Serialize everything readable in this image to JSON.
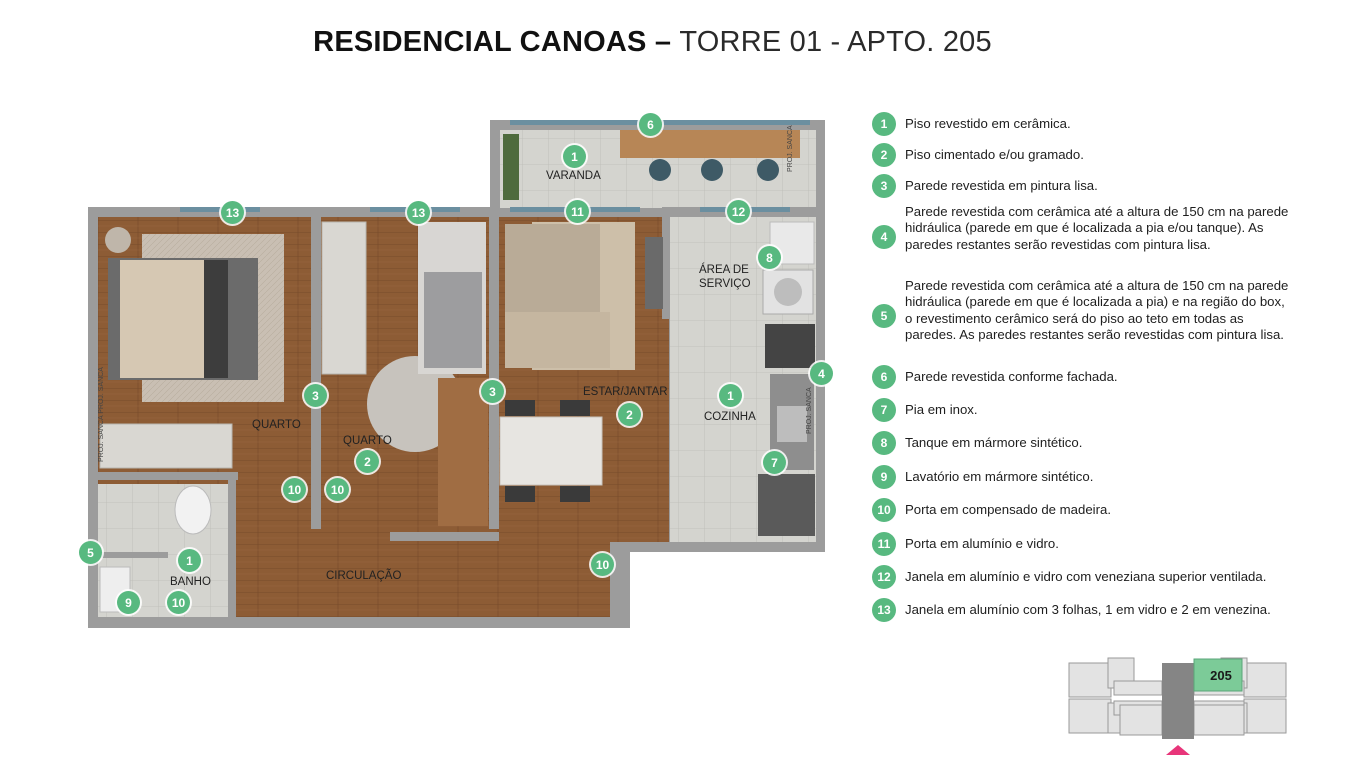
{
  "title": {
    "bold": "RESIDENCIAL CANOAS",
    "dash": " – ",
    "light": "TORRE 01 - APTO. 205"
  },
  "rooms": {
    "varanda": "VARANDA",
    "area_servico_1": "ÁREA DE",
    "area_servico_2": "SERVIÇO",
    "quarto_1": "QUARTO",
    "quarto_2": "QUARTO",
    "estar_jantar": "ESTAR/JANTAR",
    "cozinha": "COZINHA",
    "banho": "BANHO",
    "circulacao": "CIRCULAÇÃO"
  },
  "wall_notes": {
    "sanca_varanda": "PROJ. SANCA",
    "sanca_cozinha": "PROJ. SANCA",
    "sanca_quarto": "PROJ. SANCA PROJ. SANCA"
  },
  "markers": {
    "m1": "1",
    "m2": "2",
    "m3": "3",
    "m4": "4",
    "m5": "5",
    "m6": "6",
    "m7": "7",
    "m8": "8",
    "m9": "9",
    "m10": "10",
    "m11": "11",
    "m12": "12",
    "m13": "13"
  },
  "legend": [
    {
      "num": "1",
      "text": "Piso revestido em cerâmica."
    },
    {
      "num": "2",
      "text": "Piso cimentado e/ou gramado."
    },
    {
      "num": "3",
      "text": "Parede revestida em pintura lisa."
    },
    {
      "num": "4",
      "text": "Parede revestida com cerâmica até a altura de 150 cm na parede hidráulica (parede em que é localizada a pia e/ou tanque). As paredes restantes serão revestidas com pintura lisa."
    },
    {
      "num": "5",
      "text": "Parede revestida com cerâmica até a altura de 150 cm na parede hidráulica (parede em que é localizada a pia) e na região do box, o revestimento cerâmico será do piso ao teto em todas as paredes. As paredes restantes serão revestidas com pintura lisa."
    },
    {
      "num": "6",
      "text": "Parede revestida conforme fachada."
    },
    {
      "num": "7",
      "text": "Pia em inox."
    },
    {
      "num": "8",
      "text": "Tanque em mármore sintético."
    },
    {
      "num": "9",
      "text": "Lavatório em mármore sintético."
    },
    {
      "num": "10",
      "text": "Porta em compensado de madeira."
    },
    {
      "num": "11",
      "text": "Porta em alumínio e vidro."
    },
    {
      "num": "12",
      "text": "Janela em alumínio e vidro com veneziana superior ventilada."
    },
    {
      "num": "13",
      "text": "Janela em alumínio com 3 folhas, 1 em vidro e 2 em venezina."
    }
  ],
  "key_plan": {
    "apartment": "205"
  },
  "colors": {
    "badge": "#58b980",
    "wall": "#9a9a9a",
    "wood": "#8a5a33",
    "tile": "#d2d2cc",
    "highlight": "#7ccb98",
    "marker_arrow": "#e8357a"
  }
}
